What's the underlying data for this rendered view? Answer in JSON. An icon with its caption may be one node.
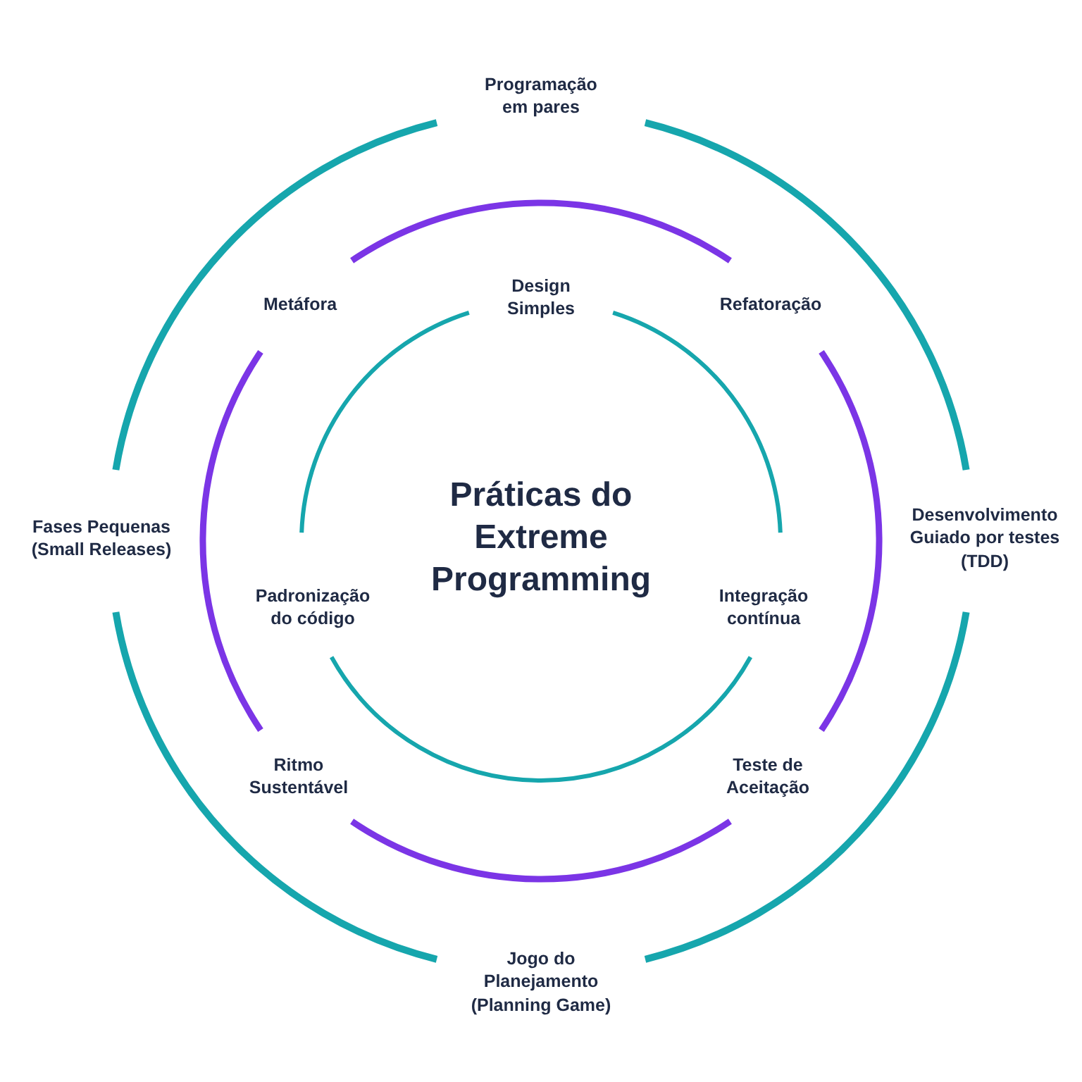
{
  "diagram": {
    "title": "Práticas do Extreme Programming",
    "labels": [
      "Programação em pares",
      "Metáfora",
      "Design Simples",
      "Refatoração",
      "Fases Pequenas (Small Releases)",
      "Desenvolvimento Guiado por testes (TDD)",
      "Padronização do código",
      "Integração contínua",
      "Ritmo Sustentável",
      "Teste de Aceitação",
      "Jogo do Planejamento (Planning Game)"
    ]
  }
}
